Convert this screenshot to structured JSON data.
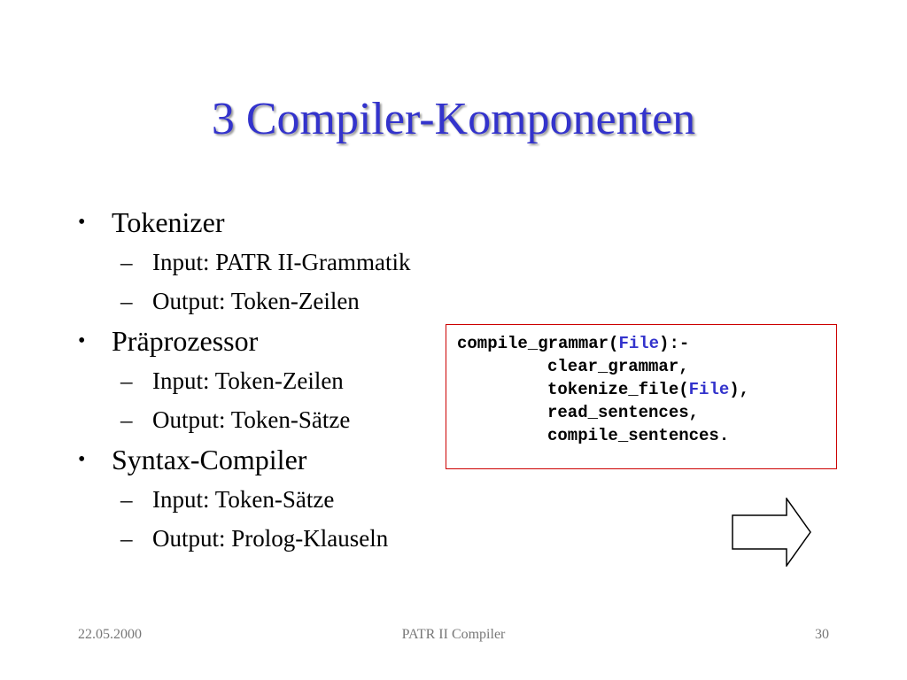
{
  "slide": {
    "title": "3 Compiler-Komponenten",
    "bullets": [
      {
        "text": "Tokenizer",
        "subs": [
          "Input: PATR II-Grammatik",
          "Output: Token-Zeilen"
        ]
      },
      {
        "text": "Präprozessor",
        "subs": [
          "Input: Token-Zeilen",
          "Output: Token-Sätze"
        ]
      },
      {
        "text": "Syntax-Compiler",
        "subs": [
          "Input: Token-Sätze",
          "Output: Prolog-Klauseln"
        ]
      }
    ],
    "bullet_glyph": "•",
    "sub_glyph": "–",
    "code": {
      "l1_a": "compile_grammar(",
      "l1_kw": "File",
      "l1_b": "):-",
      "l2": "clear_grammar,",
      "l3_a": "tokenize_file(",
      "l3_kw": "File",
      "l3_b": "),",
      "l4": "read_sentences,",
      "l5": "compile_sentences."
    },
    "arrow_icon": "right-arrow-icon"
  },
  "footer": {
    "date": "22.05.2000",
    "center": "PATR II Compiler",
    "page": "30"
  },
  "colors": {
    "title": "#3333cc",
    "keyword": "#3333cc",
    "code_border": "#cc0000",
    "footer_text": "#777777"
  }
}
